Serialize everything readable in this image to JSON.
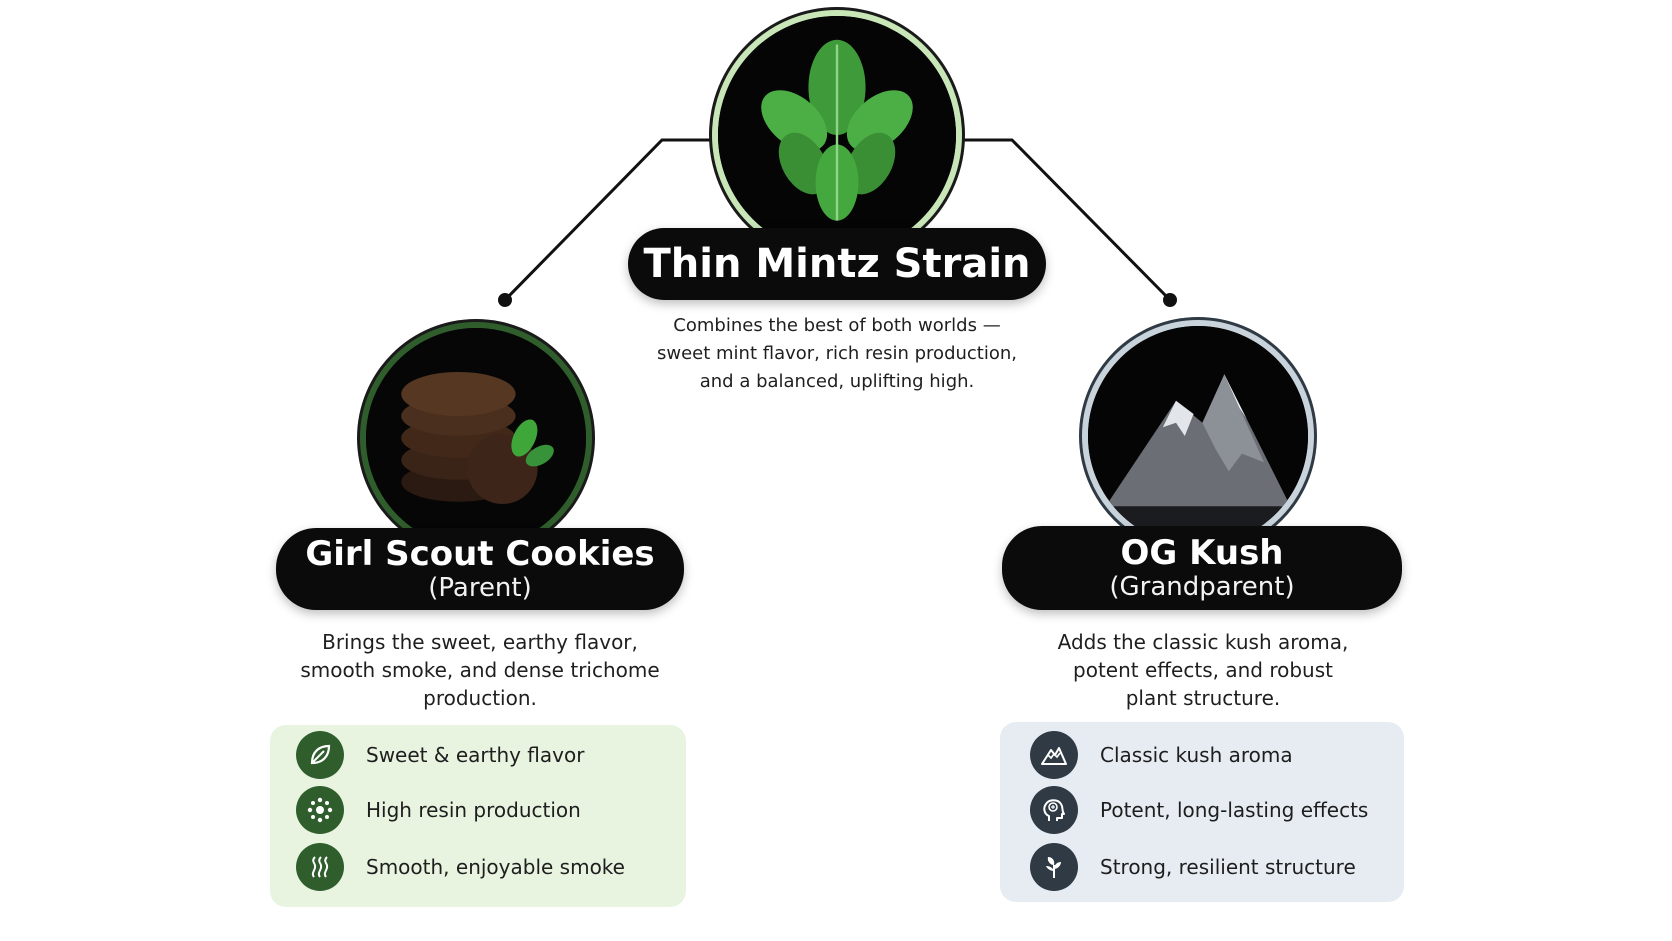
{
  "colors": {
    "green_accent": "#2f5e2c",
    "green_ring": "#c8e6b8",
    "green_box": "#e8f3e0",
    "slate_accent": "#2f3a44",
    "slate_ring": "#c9d3dc",
    "slate_box": "#e6ecf2",
    "pill_bg": "#0b0b0b",
    "connector": "#111111"
  },
  "center": {
    "title": "Thin Mintz Strain",
    "description": [
      "Combines the best of both worlds —",
      "sweet mint flavor, rich resin production,",
      "and a balanced, uplifting high."
    ],
    "image_icon": "mint-leaves-icon"
  },
  "parent": {
    "title": "Girl Scout Cookies",
    "subtitle": "(Parent)",
    "description": [
      "Brings the sweet, earthy flavor,",
      "smooth smoke, and dense trichome",
      "production."
    ],
    "image_icon": "chocolate-cookies-icon",
    "features": [
      {
        "icon": "leaf-icon",
        "label": "Sweet & earthy flavor"
      },
      {
        "icon": "resin-icon",
        "label": "High resin production"
      },
      {
        "icon": "smoke-icon",
        "label": "Smooth, enjoyable smoke"
      }
    ]
  },
  "grandparent": {
    "title": "OG Kush",
    "subtitle": "(Grandparent)",
    "description": [
      "Adds the classic kush aroma,",
      "potent effects, and robust",
      "plant structure."
    ],
    "image_icon": "mountain-icon",
    "features": [
      {
        "icon": "mountain-icon",
        "label": "Classic kush aroma"
      },
      {
        "icon": "brain-head-icon",
        "label": "Potent, long-lasting effects"
      },
      {
        "icon": "sprout-icon",
        "label": "Strong, resilient structure"
      }
    ]
  }
}
